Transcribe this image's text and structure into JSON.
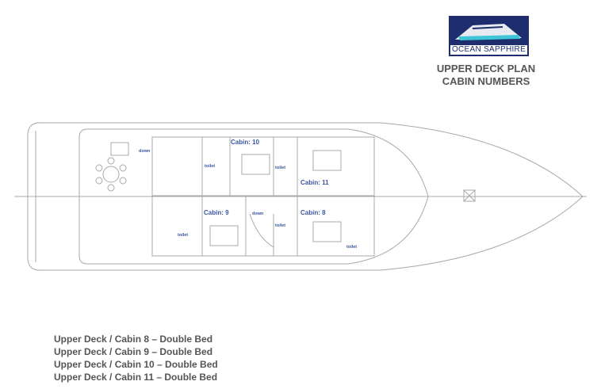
{
  "logo": {
    "brand": "OCEAN SAPPHIRE"
  },
  "header": {
    "title_line1": "UPPER DECK PLAN",
    "title_line2": "CABIN NUMBERS"
  },
  "plan": {
    "cabins": [
      "Cabin: 10",
      "Cabin: 11",
      "Cabin: 9",
      "Cabin: 8"
    ],
    "down": "down",
    "toilet": "toilet"
  },
  "legend": [
    "Upper Deck / Cabin 8 – Double Bed",
    "Upper Deck / Cabin 9 – Double Bed",
    "Upper Deck / Cabin 10 – Double Bed",
    "Upper Deck / Cabin 11 – Double Bed"
  ],
  "colors": {
    "brand": "#1d2d6e",
    "label": "#3a55a0",
    "line": "#a8a8a8"
  }
}
